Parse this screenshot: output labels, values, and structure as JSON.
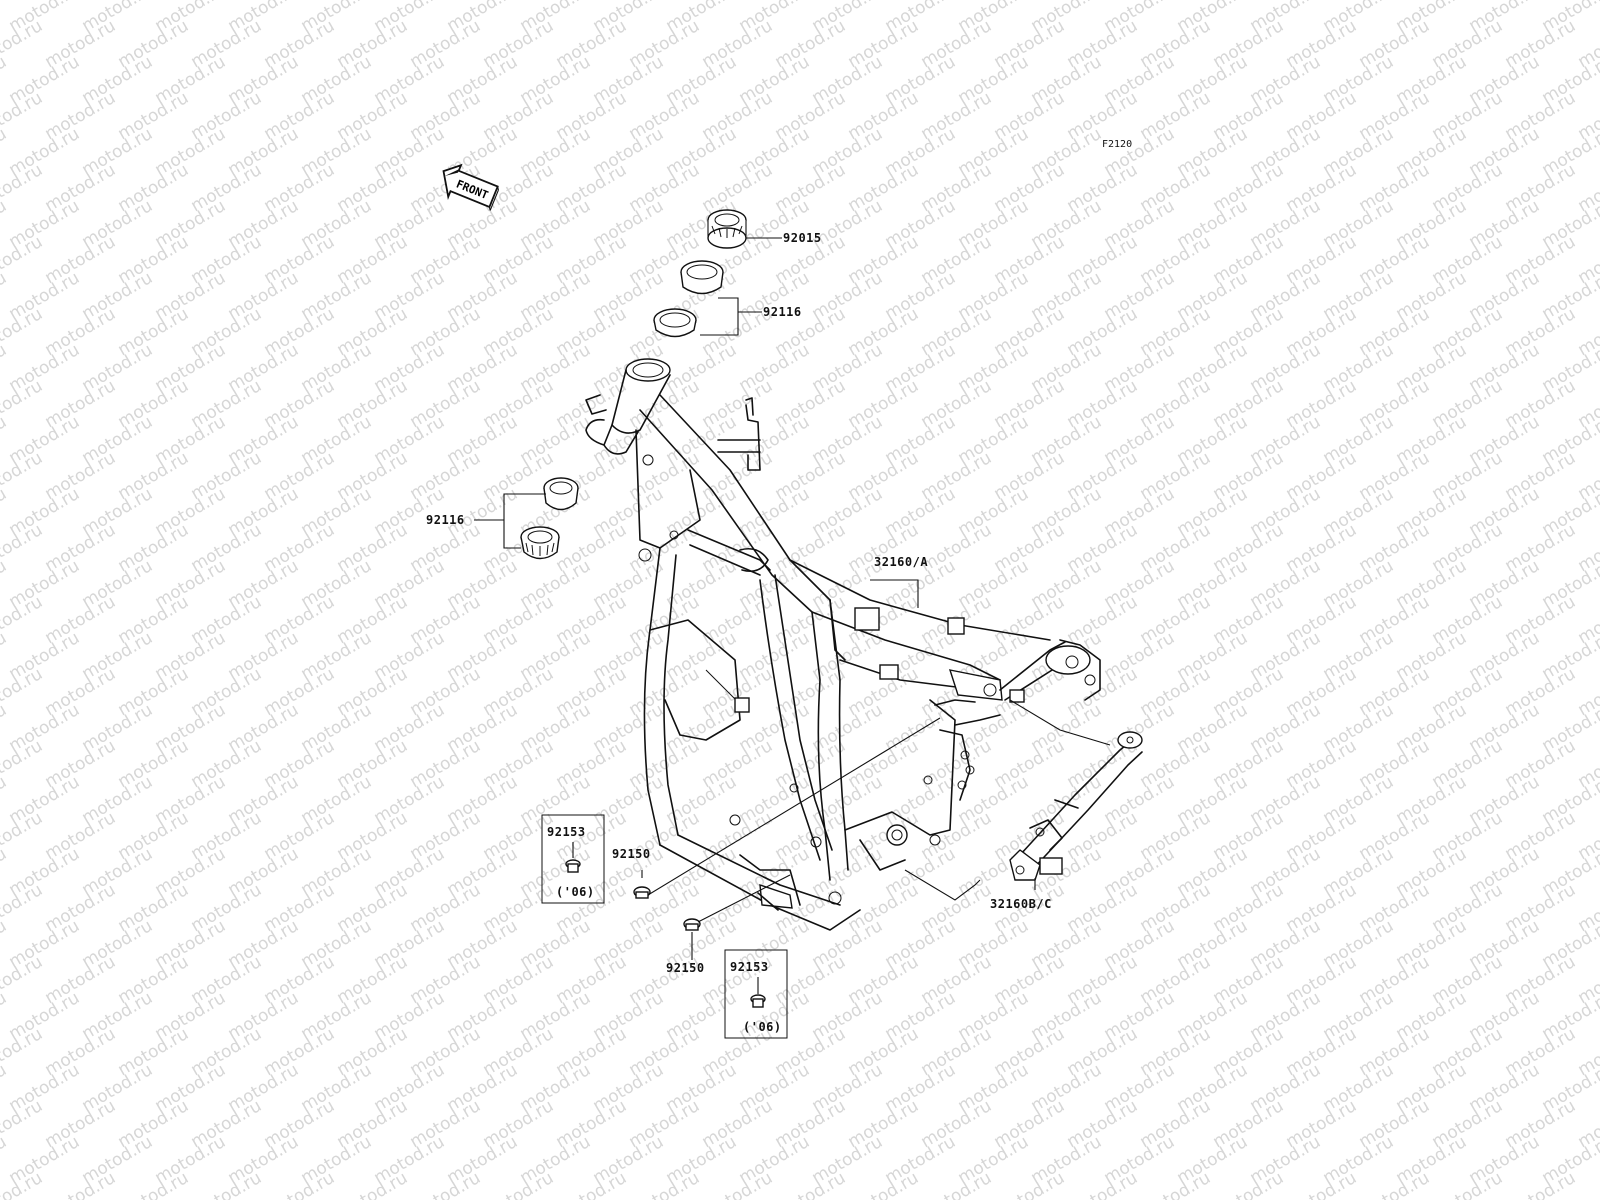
{
  "page": {
    "watermark_text": "motod.ru",
    "figure_code": "F2120",
    "front_arrow_text": "FRONT"
  },
  "parts": {
    "p92015": "92015",
    "p92116_top": "92116",
    "p92116_left": "92116",
    "p32160A": "32160/A",
    "p32160BC": "32160B/C",
    "p92150_a": "92150",
    "p92150_b": "92150",
    "p92153_a": "92153",
    "p92153_b": "92153",
    "year_a": "('06)",
    "year_b": "('06)"
  },
  "colors": {
    "ink": "#111111",
    "watermark": "#d6d6d6",
    "background": "#ffffff"
  }
}
